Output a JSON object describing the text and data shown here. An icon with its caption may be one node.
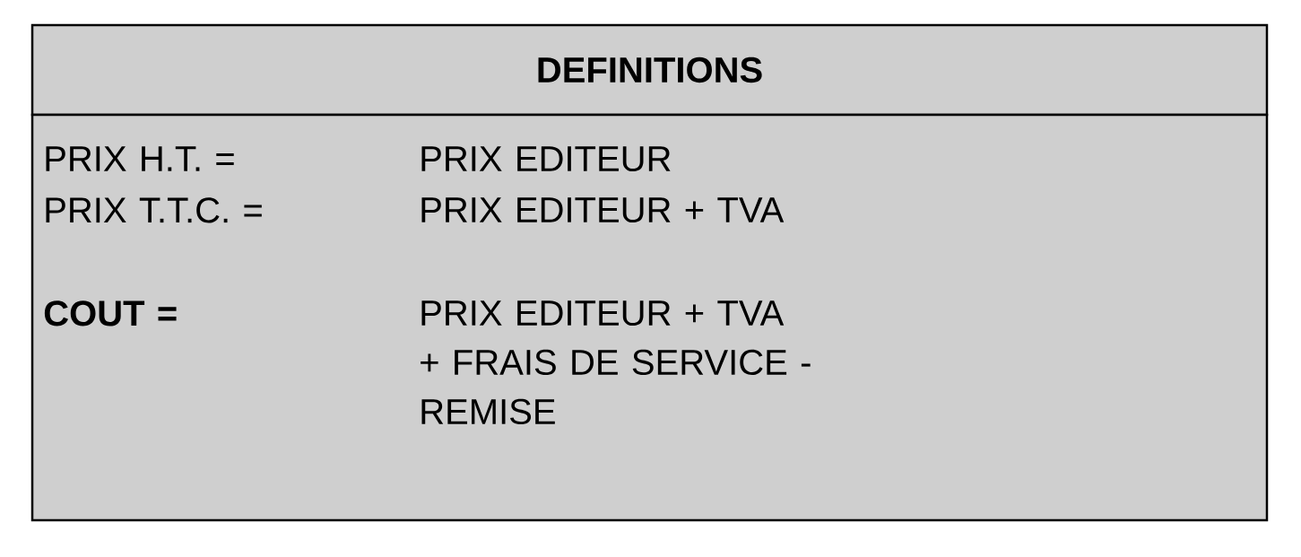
{
  "diagram": {
    "nodes": [
      {
        "text": [
          "DEFINITIONS"
        ]
      },
      {
        "text": [
          "PRIX H.T. =",
          "PRIX EDITEUR",
          "PRIX T.T.C. =",
          "PRIX EDITEUR + TVA",
          "COUT =",
          "PRIX EDITEUR + TVA + FRAIS DE SERVICE - REMISE"
        ]
      }
    ]
  }
}
